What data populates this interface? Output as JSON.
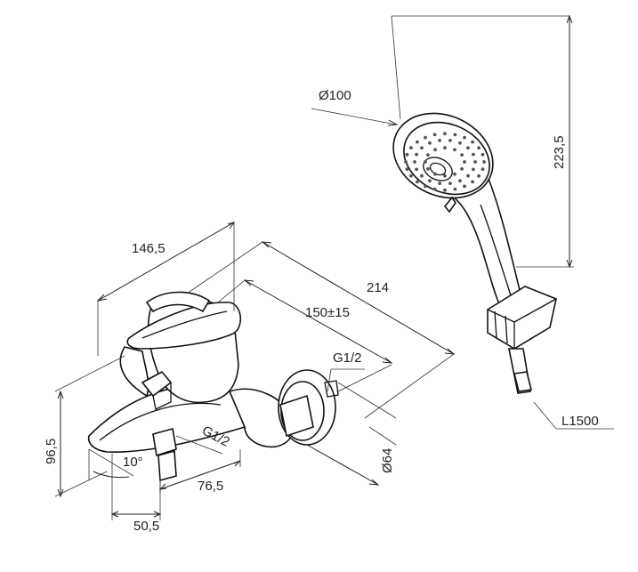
{
  "drawing": {
    "dimensions": {
      "handshower_diameter": "Ø100",
      "handshower_height": "223,5",
      "overall_width": "146,5",
      "overall_projection": "214",
      "center_distance": "150±15",
      "wall_thread": "G1/2",
      "outlet_thread": "G1/2",
      "escutcheon_diameter": "Ø64",
      "mixer_height": "96,5",
      "spout_angle": "10°",
      "spout_depth": "76,5",
      "outlet_offset": "50,5",
      "hose_length": "L1500"
    }
  },
  "colors": {
    "line": "#222222",
    "background": "#ffffff"
  }
}
